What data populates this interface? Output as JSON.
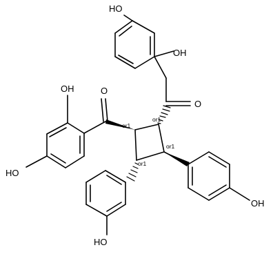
{
  "molecule": {
    "atom_labels": {
      "oh_top_left": "HO",
      "oh_top_right": "OH",
      "o_carbonyl_right": "O",
      "oh_left_top": "OH",
      "o_carbonyl_left": "O",
      "oh_left_bottom": "HO",
      "oh_right_bottom": "OH",
      "oh_bottom": "HO"
    },
    "stereo_labels": {
      "c1": "or1",
      "c2": "or1",
      "c3": "or1",
      "c4": "or1"
    }
  }
}
